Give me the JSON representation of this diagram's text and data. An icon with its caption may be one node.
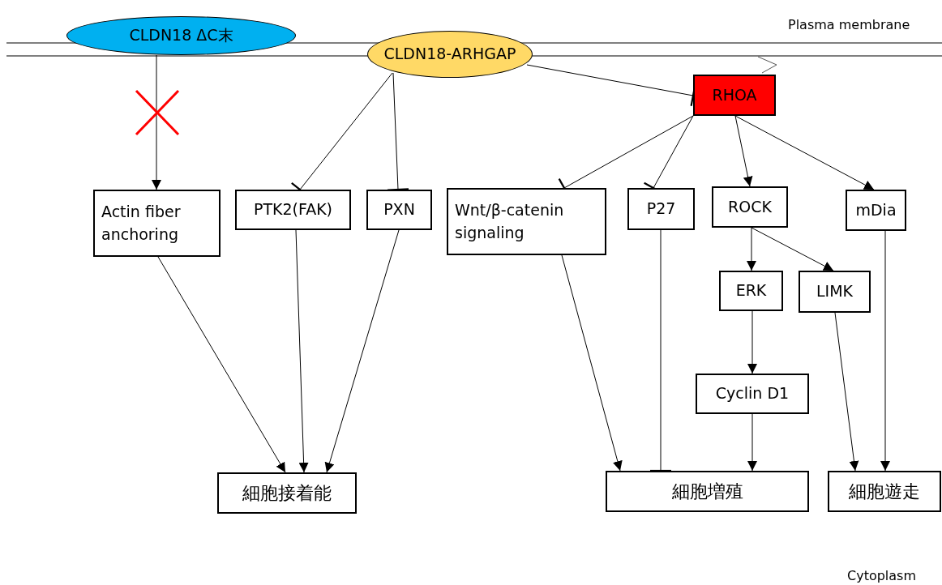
{
  "diagram": {
    "nodes": [
      {
        "text": [
          "CLDN18 ΔC末"
        ]
      },
      {
        "text": [
          "CLDN18-ARHGAP"
        ]
      },
      {
        "text": [
          "RHOA"
        ]
      },
      {
        "text": [
          "Actin fiber anchoring"
        ]
      },
      {
        "text": [
          "PTK2(FAK)"
        ]
      },
      {
        "text": [
          "PXN"
        ]
      },
      {
        "text": [
          "Wnt/β-catenin signaling"
        ]
      },
      {
        "text": [
          "P27"
        ]
      },
      {
        "text": [
          "ROCK"
        ]
      },
      {
        "text": [
          "mDia"
        ]
      },
      {
        "text": [
          "ERK"
        ]
      },
      {
        "text": [
          "LIMK"
        ]
      },
      {
        "text": [
          "Cyclin D1"
        ]
      },
      {
        "text": [
          "細胞接着能"
        ]
      },
      {
        "text": [
          "細胞増殖"
        ]
      },
      {
        "text": [
          "細胞遊走"
        ]
      }
    ],
    "edges": [
      {
        "from": 0,
        "to": 3,
        "arrow": "to"
      },
      {
        "from": 1,
        "to": 2,
        "arrow": "other"
      },
      {
        "from": 1,
        "to": 4,
        "arrow": "other"
      },
      {
        "from": 1,
        "to": 5,
        "arrow": "other"
      },
      {
        "from": 2,
        "to": 6,
        "arrow": "other"
      },
      {
        "from": 2,
        "to": 7,
        "arrow": "other"
      },
      {
        "from": 2,
        "to": 8,
        "arrow": "to"
      },
      {
        "from": 2,
        "to": 9,
        "arrow": "to"
      },
      {
        "from": 8,
        "to": 10,
        "arrow": "to"
      },
      {
        "from": 8,
        "to": 11,
        "arrow": "to"
      },
      {
        "from": 10,
        "to": 12,
        "arrow": "to"
      },
      {
        "from": 3,
        "to": 13,
        "arrow": "to"
      },
      {
        "from": 4,
        "to": 13,
        "arrow": "to"
      },
      {
        "from": 5,
        "to": 13,
        "arrow": "to"
      },
      {
        "from": 6,
        "to": 14,
        "arrow": "to"
      },
      {
        "from": 7,
        "to": 14,
        "arrow": "other"
      },
      {
        "from": 12,
        "to": 14,
        "arrow": "to"
      },
      {
        "from": 11,
        "to": 15,
        "arrow": "to"
      },
      {
        "from": 9,
        "to": 15,
        "arrow": "to"
      }
    ],
    "labels": [
      "Plasma membrane",
      "Cytoplasm"
    ]
  }
}
